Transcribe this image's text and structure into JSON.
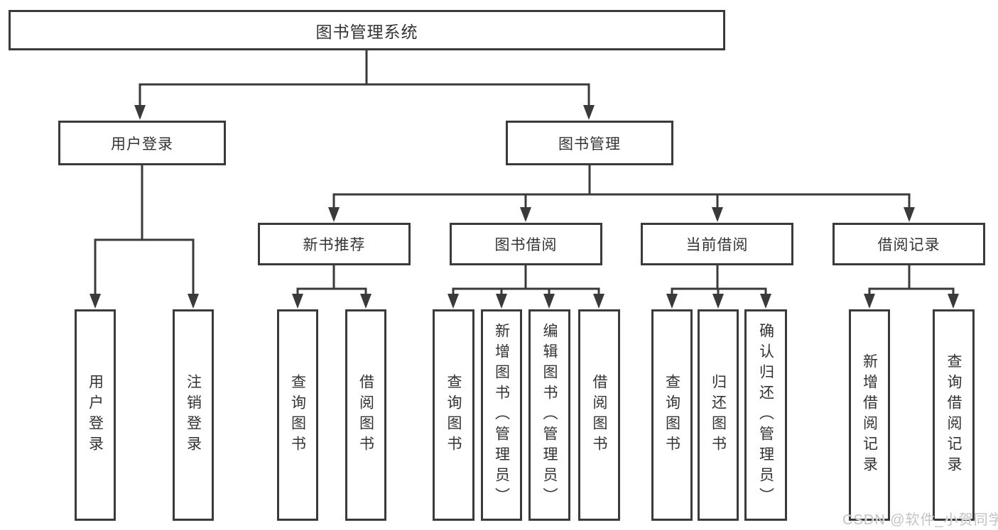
{
  "colors": {
    "line": "#3a3a3a",
    "text": "#333333",
    "box-bg": "#ffffff",
    "bg": "#ffffff",
    "watermark": "#c3c3c3"
  },
  "watermark": {
    "text": "CSDN @软件_小贺同学"
  },
  "tree": {
    "root": {
      "label": "图书管理系统",
      "children": [
        {
          "label": "用户登录",
          "children": [
            {
              "label": "用户登录"
            },
            {
              "label": "注销登录"
            }
          ]
        },
        {
          "label": "图书管理",
          "children": [
            {
              "label": "新书推荐",
              "children": [
                {
                  "label": "查询图书"
                },
                {
                  "label": "借阅图书"
                }
              ]
            },
            {
              "label": "图书借阅",
              "children": [
                {
                  "label": "查询图书"
                },
                {
                  "label": "新增图书（管理员）"
                },
                {
                  "label": "编辑图书（管理员）"
                },
                {
                  "label": "借阅图书"
                }
              ]
            },
            {
              "label": "当前借阅",
              "children": [
                {
                  "label": "查询图书"
                },
                {
                  "label": "归还图书"
                },
                {
                  "label": "确认归还（管理员）"
                }
              ]
            },
            {
              "label": "借阅记录",
              "children": [
                {
                  "label": "新增借阅记录"
                },
                {
                  "label": "查询借阅记录"
                }
              ]
            }
          ]
        }
      ]
    }
  }
}
